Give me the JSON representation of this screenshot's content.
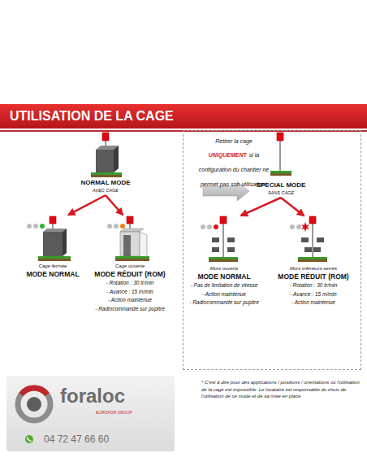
{
  "diagram": {
    "title": "UTILISATION DE LA CAGE",
    "nodes": [
      {
        "text": [
          "NORMAL MODE",
          "AVEC CAGE"
        ]
      },
      {
        "text": [
          "Cage fermée",
          "MODE NORMAL"
        ]
      },
      {
        "text": [
          "Cage ouverte",
          "MODE RÉDUIT (ROM)",
          "- Rotation : 30 tr/min",
          "- Avance : 15 m/min",
          "- Action maintenue",
          "- Radiocommande sur pupitre"
        ]
      },
      {
        "text": [
          "Retirer la cage",
          "UNIQUEMENT",
          "si la configuration du chantier ne permet pas son utilisation*"
        ]
      },
      {
        "text": [
          "SPECIAL MODE",
          "SANS CAGE"
        ],
        "in": 3
      },
      {
        "text": [
          "Mors ouverts",
          "MODE NORMAL",
          "- Pas de limitation de vitesse",
          "- Action maintenue",
          "- Radiocommande sur pupitre"
        ],
        "in": 3
      },
      {
        "text": [
          "Mors inférieurs serrés",
          "MODE RÉDUIT (ROM)",
          "- Rotation : 30 tr/min",
          "- Avance : 15 m/min",
          "- Action maintenue"
        ],
        "in": 3
      },
      {
        "text": [
          "foraloc",
          "EUROFOR GROUP",
          "04 72 47 66 60"
        ]
      }
    ],
    "edges": [
      {
        "from": 0,
        "to": 1,
        "arrow": "to"
      },
      {
        "from": 0,
        "to": 2,
        "arrow": "to"
      },
      {
        "from": 4,
        "to": 5,
        "arrow": "to"
      },
      {
        "from": 4,
        "to": 6,
        "arrow": "to"
      }
    ],
    "labels": [
      "* C'est à dire pour des applications / positions / orientations où l'utilisation de la cage est impossible. Le locataire est responsable du choix de l'utilisation de ce mode et de sa mise en place."
    ]
  }
}
